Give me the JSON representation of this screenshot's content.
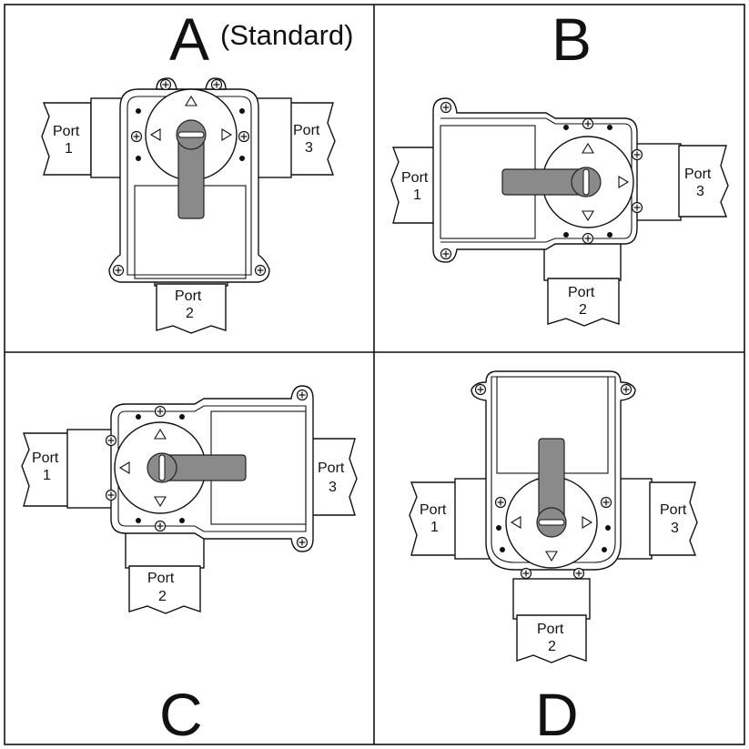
{
  "colors": {
    "lever": "#8a8a8a",
    "outline": "#111111",
    "background": "#ffffff"
  },
  "panels": [
    {
      "id": "A",
      "letter": "A",
      "subtitle": "(Standard)",
      "ports": {
        "p1_line1": "Port",
        "p1_line2": "1",
        "p2_line1": "Port",
        "p2_line2": "2",
        "p3_line1": "Port",
        "p3_line2": "3"
      }
    },
    {
      "id": "B",
      "letter": "B",
      "subtitle": "",
      "ports": {
        "p1_line1": "Port",
        "p1_line2": "1",
        "p2_line1": "Port",
        "p2_line2": "2",
        "p3_line1": "Port",
        "p3_line2": "3"
      }
    },
    {
      "id": "C",
      "letter": "C",
      "subtitle": "",
      "ports": {
        "p1_line1": "Port",
        "p1_line2": "1",
        "p2_line1": "Port",
        "p2_line2": "2",
        "p3_line1": "Port",
        "p3_line2": "3"
      }
    },
    {
      "id": "D",
      "letter": "D",
      "subtitle": "",
      "ports": {
        "p1_line1": "Port",
        "p1_line2": "1",
        "p2_line1": "Port",
        "p2_line2": "2",
        "p3_line1": "Port",
        "p3_line2": "3"
      }
    }
  ]
}
